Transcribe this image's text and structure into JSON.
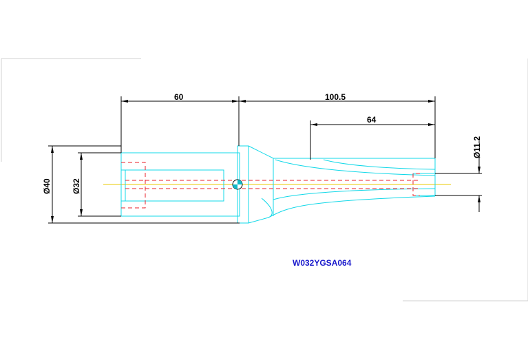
{
  "drawing": {
    "dimensions": {
      "shank_length": "60",
      "total_length": "100.5",
      "drill_depth": "64",
      "coolant_dia": "Ø11.2",
      "flange_dia": "Ø40",
      "shank_dia": "Ø32"
    },
    "part_number": "W032YGSA064",
    "colors": {
      "outline": "#12d8e8",
      "dimension": "#000000",
      "hidden": "#e8202a",
      "centerline": "#e8c800",
      "label": "#1a1acc"
    }
  }
}
